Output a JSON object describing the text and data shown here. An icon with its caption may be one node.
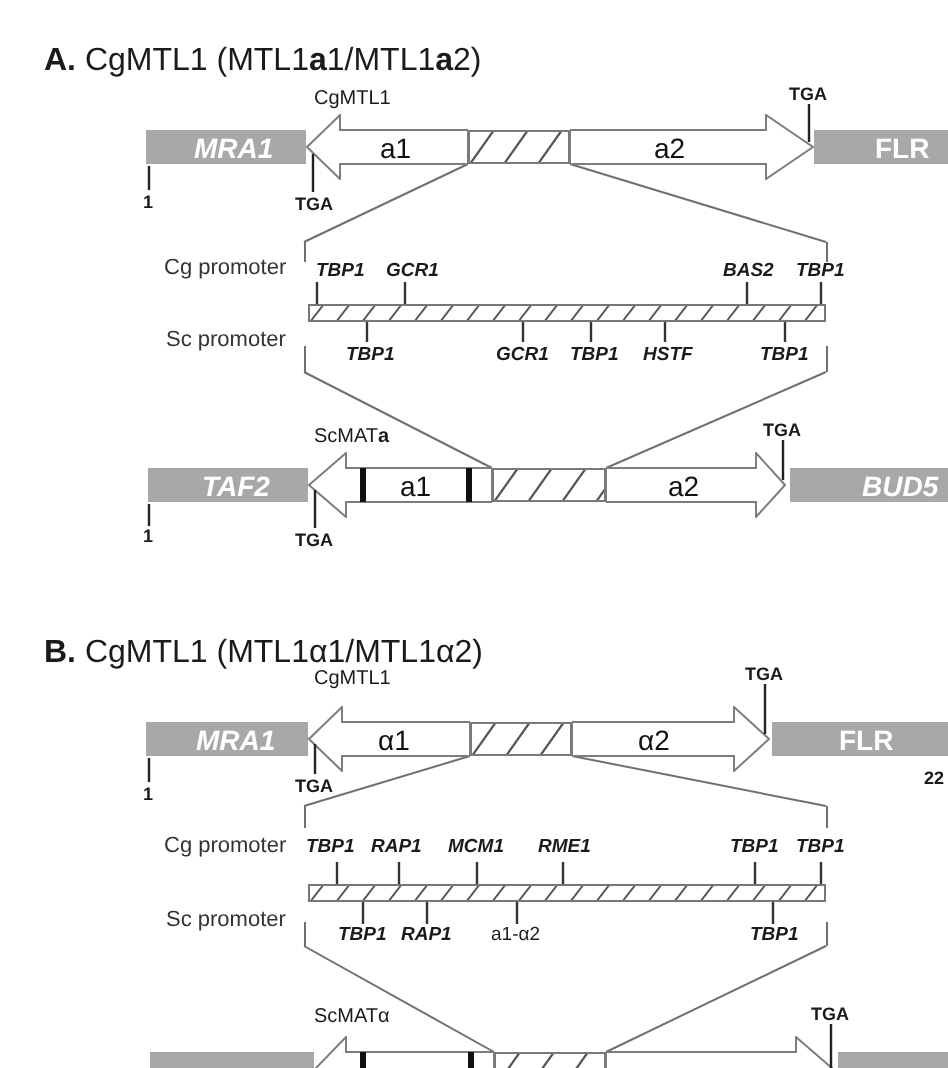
{
  "diagram": {
    "nodes": [
      {
        "text": [
          "MRA1"
        ],
        "beside": [
          "1"
        ]
      },
      {
        "text": [
          "a1"
        ],
        "beside": [
          "TGA"
        ]
      },
      {
        "text": [],
        "shape": "box"
      },
      {
        "text": [
          "a2"
        ],
        "beside": [
          "TGA"
        ]
      },
      {
        "text": [
          "FLR"
        ]
      },
      {
        "text": [
          "TBP1",
          "GCR1",
          "BAS2",
          "TBP1",
          "TBP1",
          "GCR1",
          "TBP1",
          "HSTF",
          "TBP1"
        ],
        "beside": [
          "Cg promoter",
          "Sc promoter"
        ]
      },
      {
        "text": [
          "TAF2"
        ],
        "beside": [
          "1"
        ]
      },
      {
        "text": [
          "a1"
        ],
        "beside": [
          "TGA"
        ]
      },
      {
        "text": [],
        "shape": "box"
      },
      {
        "text": [
          "a2"
        ],
        "beside": [
          "TGA"
        ]
      },
      {
        "text": [
          "BUD5"
        ]
      },
      {
        "text": [
          "MRA1"
        ],
        "beside": [
          "1"
        ]
      },
      {
        "text": [
          "α1"
        ],
        "beside": [
          "TGA"
        ]
      },
      {
        "text": [],
        "shape": "box"
      },
      {
        "text": [
          "α2"
        ],
        "beside": [
          "TGA"
        ]
      },
      {
        "text": [
          "FLR"
        ],
        "beside": [
          "22"
        ]
      },
      {
        "text": [
          "TBP1",
          "RAP1",
          "MCM1",
          "RME1",
          "TBP1",
          "TBP1",
          "TBP1",
          "RAP1",
          "a1-α2",
          "TBP1"
        ],
        "beside": [
          "Cg promoter",
          "Sc promoter"
        ]
      },
      {
        "text": [],
        "shape": "box"
      },
      {
        "text": [],
        "shape": "arrow"
      },
      {
        "text": [],
        "shape": "box"
      },
      {
        "text": [],
        "shape": "arrow",
        "beside": [
          "TGA"
        ]
      },
      {
        "text": [],
        "shape": "box"
      }
    ],
    "edges": [
      {
        "from": 2,
        "to": 5,
        "arrow": "none"
      },
      {
        "from": 2,
        "to": 5,
        "arrow": "none"
      },
      {
        "from": 5,
        "to": 8,
        "arrow": "none"
      },
      {
        "from": 5,
        "to": 8,
        "arrow": "none"
      },
      {
        "from": 13,
        "to": 16,
        "arrow": "none"
      },
      {
        "from": 13,
        "to": 16,
        "arrow": "none"
      },
      {
        "from": 16,
        "to": 19,
        "arrow": "none"
      },
      {
        "from": 16,
        "to": 19,
        "arrow": "none"
      }
    ],
    "labels": [
      "**A.** CgMTL1 (MTL1**a**1/MTL1**a**2)",
      "CgMTL1",
      "ScMAT**a**",
      "**B.** CgMTL1 (MTL1α1/MTL1α2)",
      "CgMTL1",
      "ScMATα"
    ]
  }
}
